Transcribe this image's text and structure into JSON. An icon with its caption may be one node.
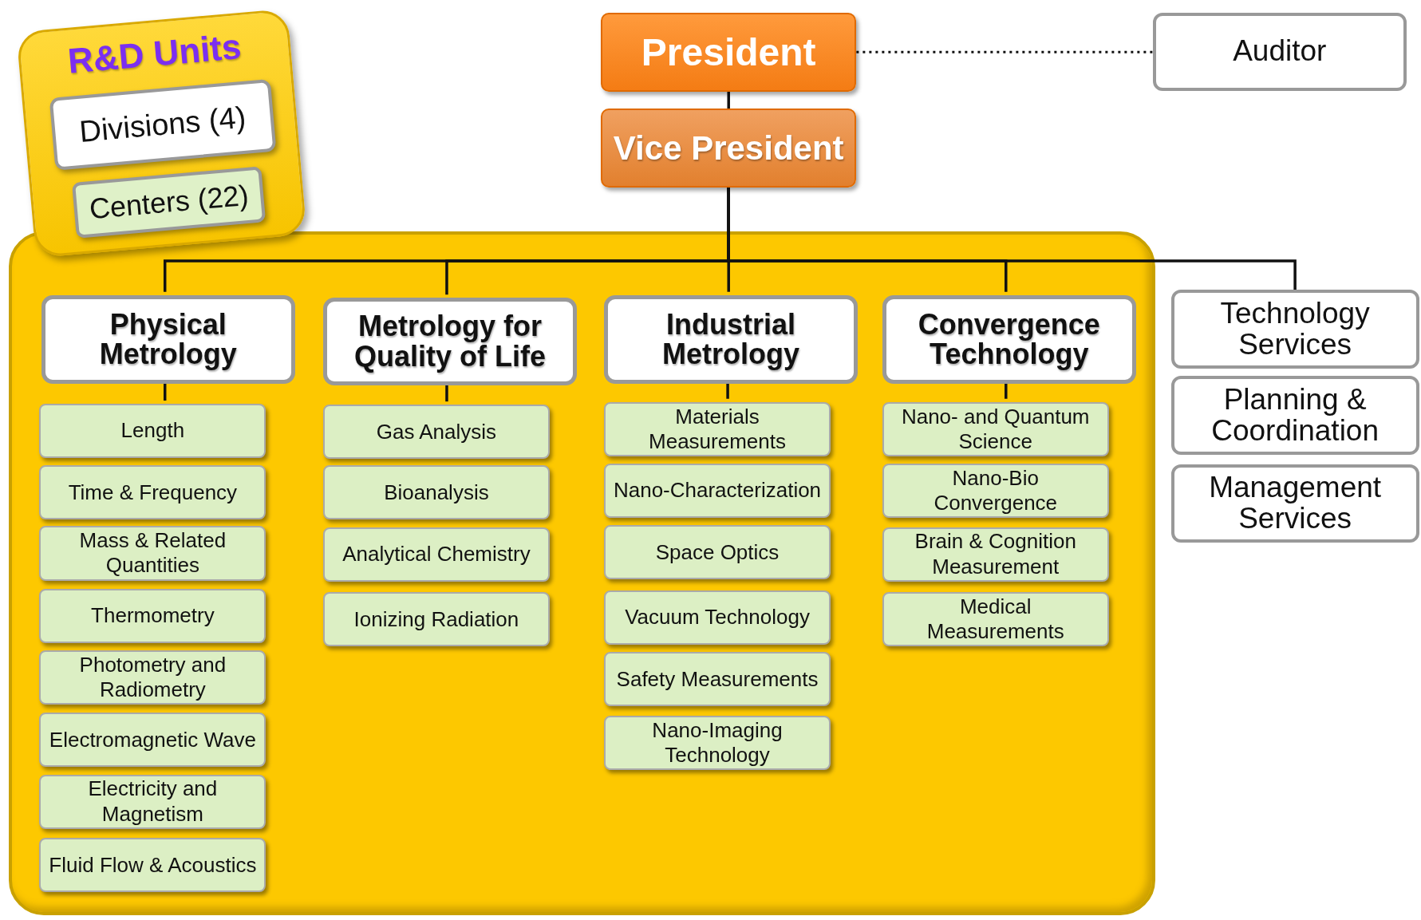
{
  "diagram": {
    "nodes": [
      {
        "text": [
          "R&D Units"
        ]
      },
      {
        "text": [
          "Divisions (4)"
        ],
        "in": 0
      },
      {
        "text": [
          "Centers (22)"
        ],
        "in": 0
      },
      {
        "text": [
          "President"
        ]
      },
      {
        "text": [
          "Auditor"
        ]
      },
      {
        "text": [
          "Vice President"
        ]
      },
      {
        "text": [],
        "shape": "box"
      },
      {
        "text": [
          "Physical Metrology"
        ],
        "in": 6
      },
      {
        "text": [
          "Metrology for Quality of Life"
        ],
        "in": 6
      },
      {
        "text": [
          "Industrial Metrology"
        ],
        "in": 6
      },
      {
        "text": [
          "Convergence Technology"
        ],
        "in": 6
      },
      {
        "text": [
          "Technology Services"
        ]
      },
      {
        "text": [
          "Planning & Coordination"
        ]
      },
      {
        "text": [
          "Management Services"
        ]
      },
      {
        "text": [
          "Length"
        ],
        "in": 6
      },
      {
        "text": [
          "Time  & Frequency"
        ],
        "in": 6
      },
      {
        "text": [
          "Mass & Related Quantities"
        ],
        "in": 6
      },
      {
        "text": [
          "Thermometry"
        ],
        "in": 6
      },
      {
        "text": [
          "Photometry and Radiometry"
        ],
        "in": 6
      },
      {
        "text": [
          "Electromagnetic Wave"
        ],
        "in": 6
      },
      {
        "text": [
          "Electricity and Magnetism"
        ],
        "in": 6
      },
      {
        "text": [
          "Fluid Flow & Acoustics"
        ],
        "in": 6
      },
      {
        "text": [
          "Gas Analysis"
        ],
        "in": 6
      },
      {
        "text": [
          "Bioanalysis"
        ],
        "in": 6
      },
      {
        "text": [
          "Analytical Chemistry"
        ],
        "in": 6
      },
      {
        "text": [
          "Ionizing Radiation"
        ],
        "in": 6
      },
      {
        "text": [
          "Materials Measurements"
        ],
        "in": 6
      },
      {
        "text": [
          "Nano-Characterization"
        ],
        "in": 6
      },
      {
        "text": [
          "Space Optics"
        ],
        "in": 6
      },
      {
        "text": [
          "Vacuum Technology"
        ],
        "in": 6
      },
      {
        "text": [
          "Safety Measurements"
        ],
        "in": 6
      },
      {
        "text": [
          "Nano-Imaging Technology"
        ],
        "in": 6
      },
      {
        "text": [
          "Nano- and Quantum Science"
        ],
        "in": 6
      },
      {
        "text": [
          "Nano-Bio Convergence"
        ],
        "in": 6
      },
      {
        "text": [
          "Brain & Cognition Measurement"
        ],
        "in": 6
      },
      {
        "text": [
          "Medical Measurements"
        ],
        "in": 6
      }
    ],
    "edges": [
      {
        "from": 3,
        "to": 4,
        "arrow": "none",
        "style": "dashed"
      },
      {
        "from": 3,
        "to": 5,
        "arrow": "none"
      },
      {
        "from": 5,
        "to": 7,
        "arrow": "none"
      },
      {
        "from": 5,
        "to": 8,
        "arrow": "none"
      },
      {
        "from": 5,
        "to": 9,
        "arrow": "none"
      },
      {
        "from": 5,
        "to": 10,
        "arrow": "none"
      },
      {
        "from": 5,
        "to": 11,
        "arrow": "none"
      },
      {
        "from": 7,
        "to": 14,
        "arrow": "none"
      },
      {
        "from": 8,
        "to": 22,
        "arrow": "none"
      },
      {
        "from": 9,
        "to": 26,
        "arrow": "none"
      },
      {
        "from": 10,
        "to": 32,
        "arrow": "none"
      }
    ]
  }
}
